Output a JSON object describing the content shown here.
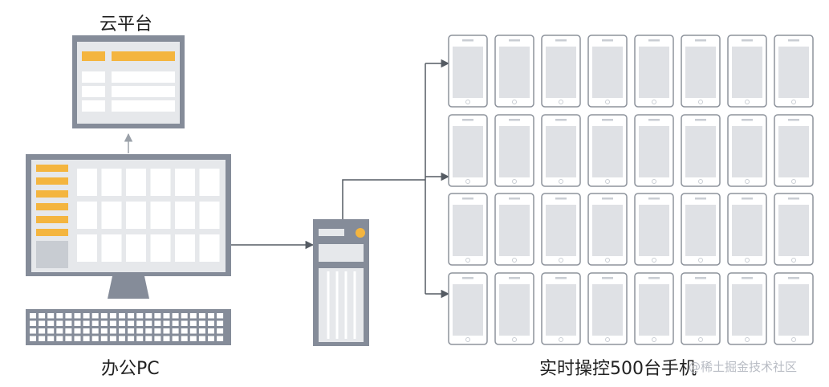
{
  "labels": {
    "cloud": "云平台",
    "pc": "办公PC",
    "phones": "实时操控500台手机"
  },
  "watermark": "@稀土掘金技术社区",
  "icons": [
    "cloud-platform-monitor-icon",
    "office-pc-monitor-icon",
    "keyboard-icon",
    "server-tower-icon",
    "phone-icon"
  ],
  "colors": {
    "frame": "#858c99",
    "panel": "#e6e8eb",
    "cell": "#ffffff",
    "accent": "#f4b53f",
    "arrow": "#555b63",
    "light_arrow": "#9aa0a8",
    "phone_border": "#8d939c",
    "phone_screen": "#dfe1e5"
  }
}
